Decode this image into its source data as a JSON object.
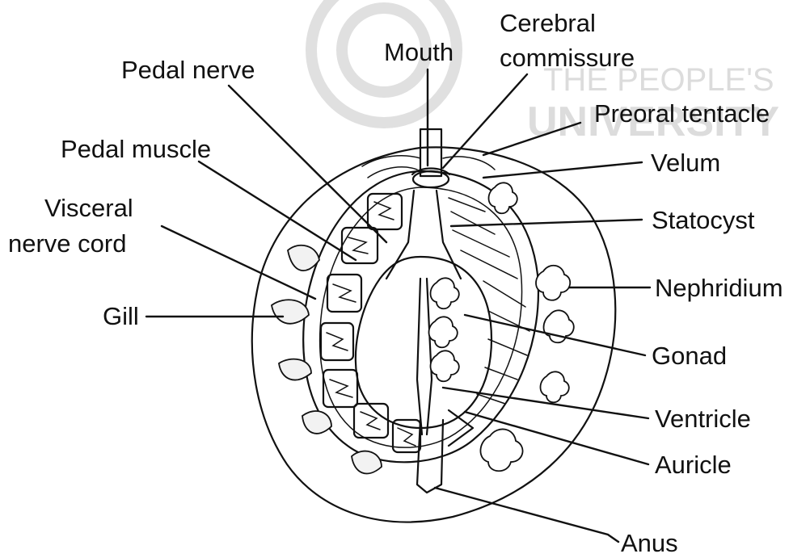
{
  "watermark": {
    "line1": "THE PEOPLE'S",
    "line2": "UNIVERSITY"
  },
  "labels": {
    "mouth": "Mouth",
    "cerebral_commissure_1": "Cerebral",
    "cerebral_commissure_2": "commissure",
    "pedal_nerve": "Pedal nerve",
    "preoral_tentacle": "Preoral tentacle",
    "pedal_muscle": "Pedal muscle",
    "velum": "Velum",
    "visceral_nerve_cord_1": "Visceral",
    "visceral_nerve_cord_2": "nerve cord",
    "statocyst": "Statocyst",
    "nephridium": "Nephridium",
    "gill": "Gill",
    "gonad": "Gonad",
    "ventricle": "Ventricle",
    "auricle": "Auricle",
    "anus": "Anus"
  }
}
